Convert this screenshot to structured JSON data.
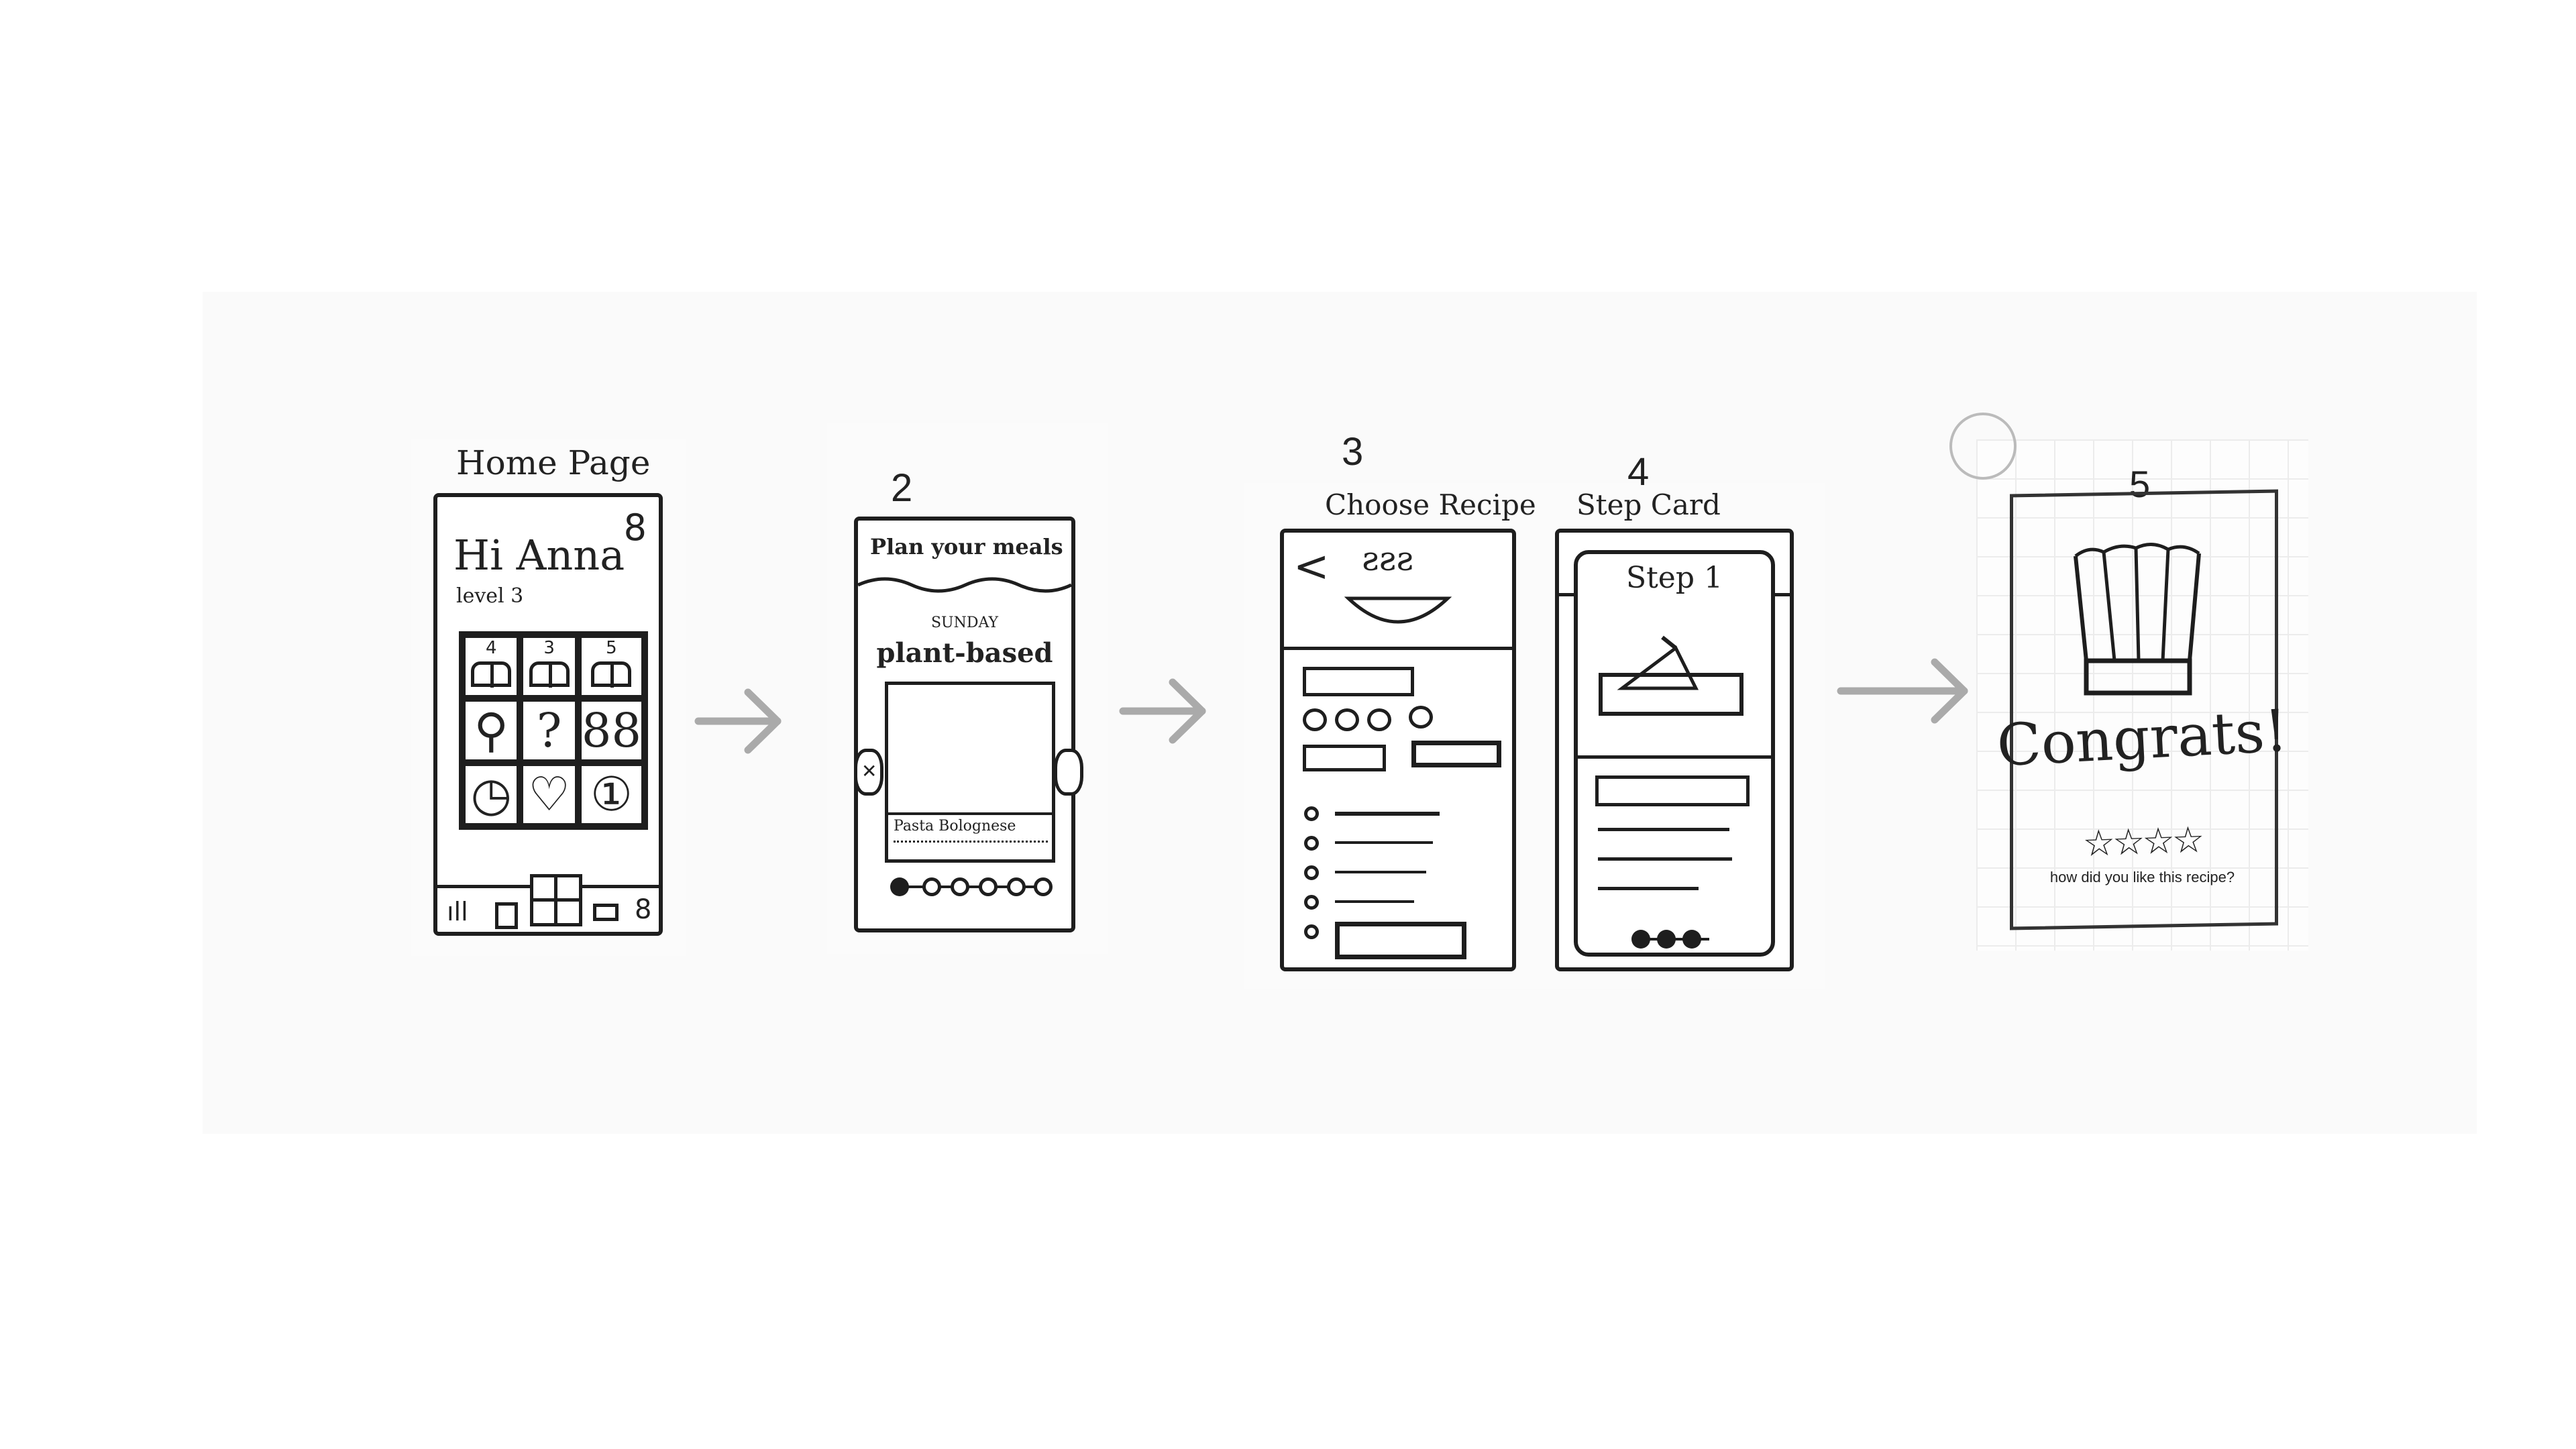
{
  "frames": [
    {
      "title": "Home Page",
      "greeting": "Hi Anna",
      "level": "level 3",
      "grid": [
        {
          "num": "4",
          "icon": "open-book-icon"
        },
        {
          "num": "3",
          "icon": "open-book-icon"
        },
        {
          "num": "5",
          "icon": "open-book-icon"
        },
        {
          "glyph": "⚲",
          "icon": "search-icon"
        },
        {
          "glyph": "?",
          "icon": "help-icon"
        },
        {
          "glyph": "88",
          "icon": "grid-icon"
        },
        {
          "glyph": "◷",
          "icon": "clock-icon"
        },
        {
          "glyph": "♡",
          "icon": "heart-icon"
        },
        {
          "glyph": "①",
          "icon": "badge-one-icon"
        }
      ]
    },
    {
      "number": "2",
      "header": "Plan your meals",
      "day": "SUNDAY",
      "diet": "plant-based",
      "recipe": "Pasta Bolognese"
    },
    {
      "number": "3",
      "title": "Choose Recipe"
    },
    {
      "number": "4",
      "title": "Step Card",
      "step": "Step 1"
    },
    {
      "number": "5",
      "message": "Congrats!",
      "rating_prompt": "how did you like this recipe?"
    }
  ],
  "colors": {
    "ink": "#1e1e1e",
    "arrow": "#aaaaaa",
    "board": "#fafafa"
  }
}
